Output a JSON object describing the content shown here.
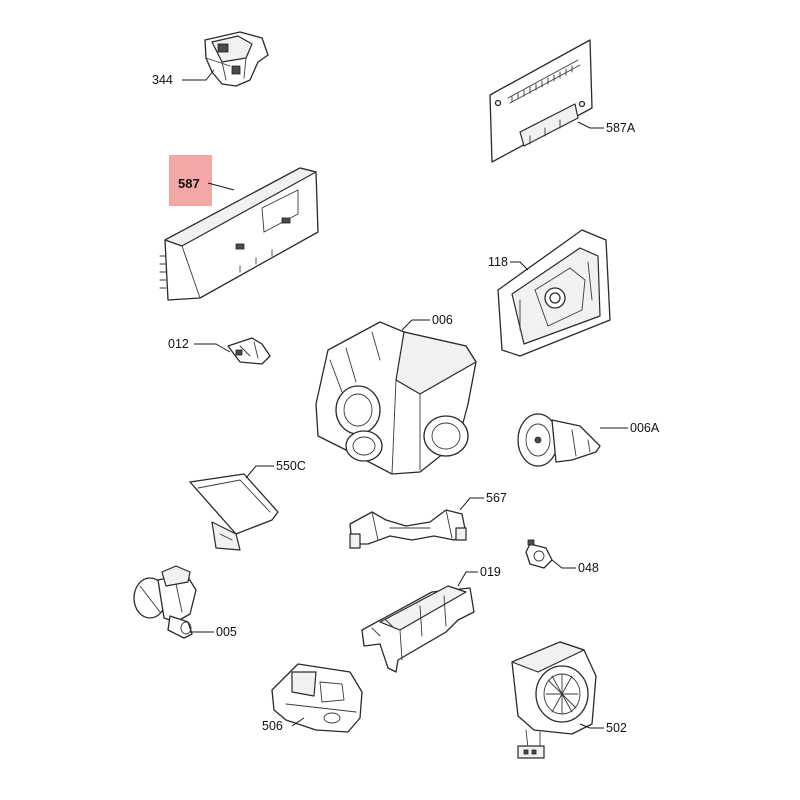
{
  "highlight_color": "#f4a7a7",
  "callouts": {
    "c344": "344",
    "c587a": "587A",
    "c587": "587",
    "c118": "118",
    "c006": "006",
    "c012": "012",
    "c006a": "006A",
    "c550c": "550C",
    "c567": "567",
    "c048": "048",
    "c019": "019",
    "c005": "005",
    "c506": "506",
    "c502": "502"
  }
}
